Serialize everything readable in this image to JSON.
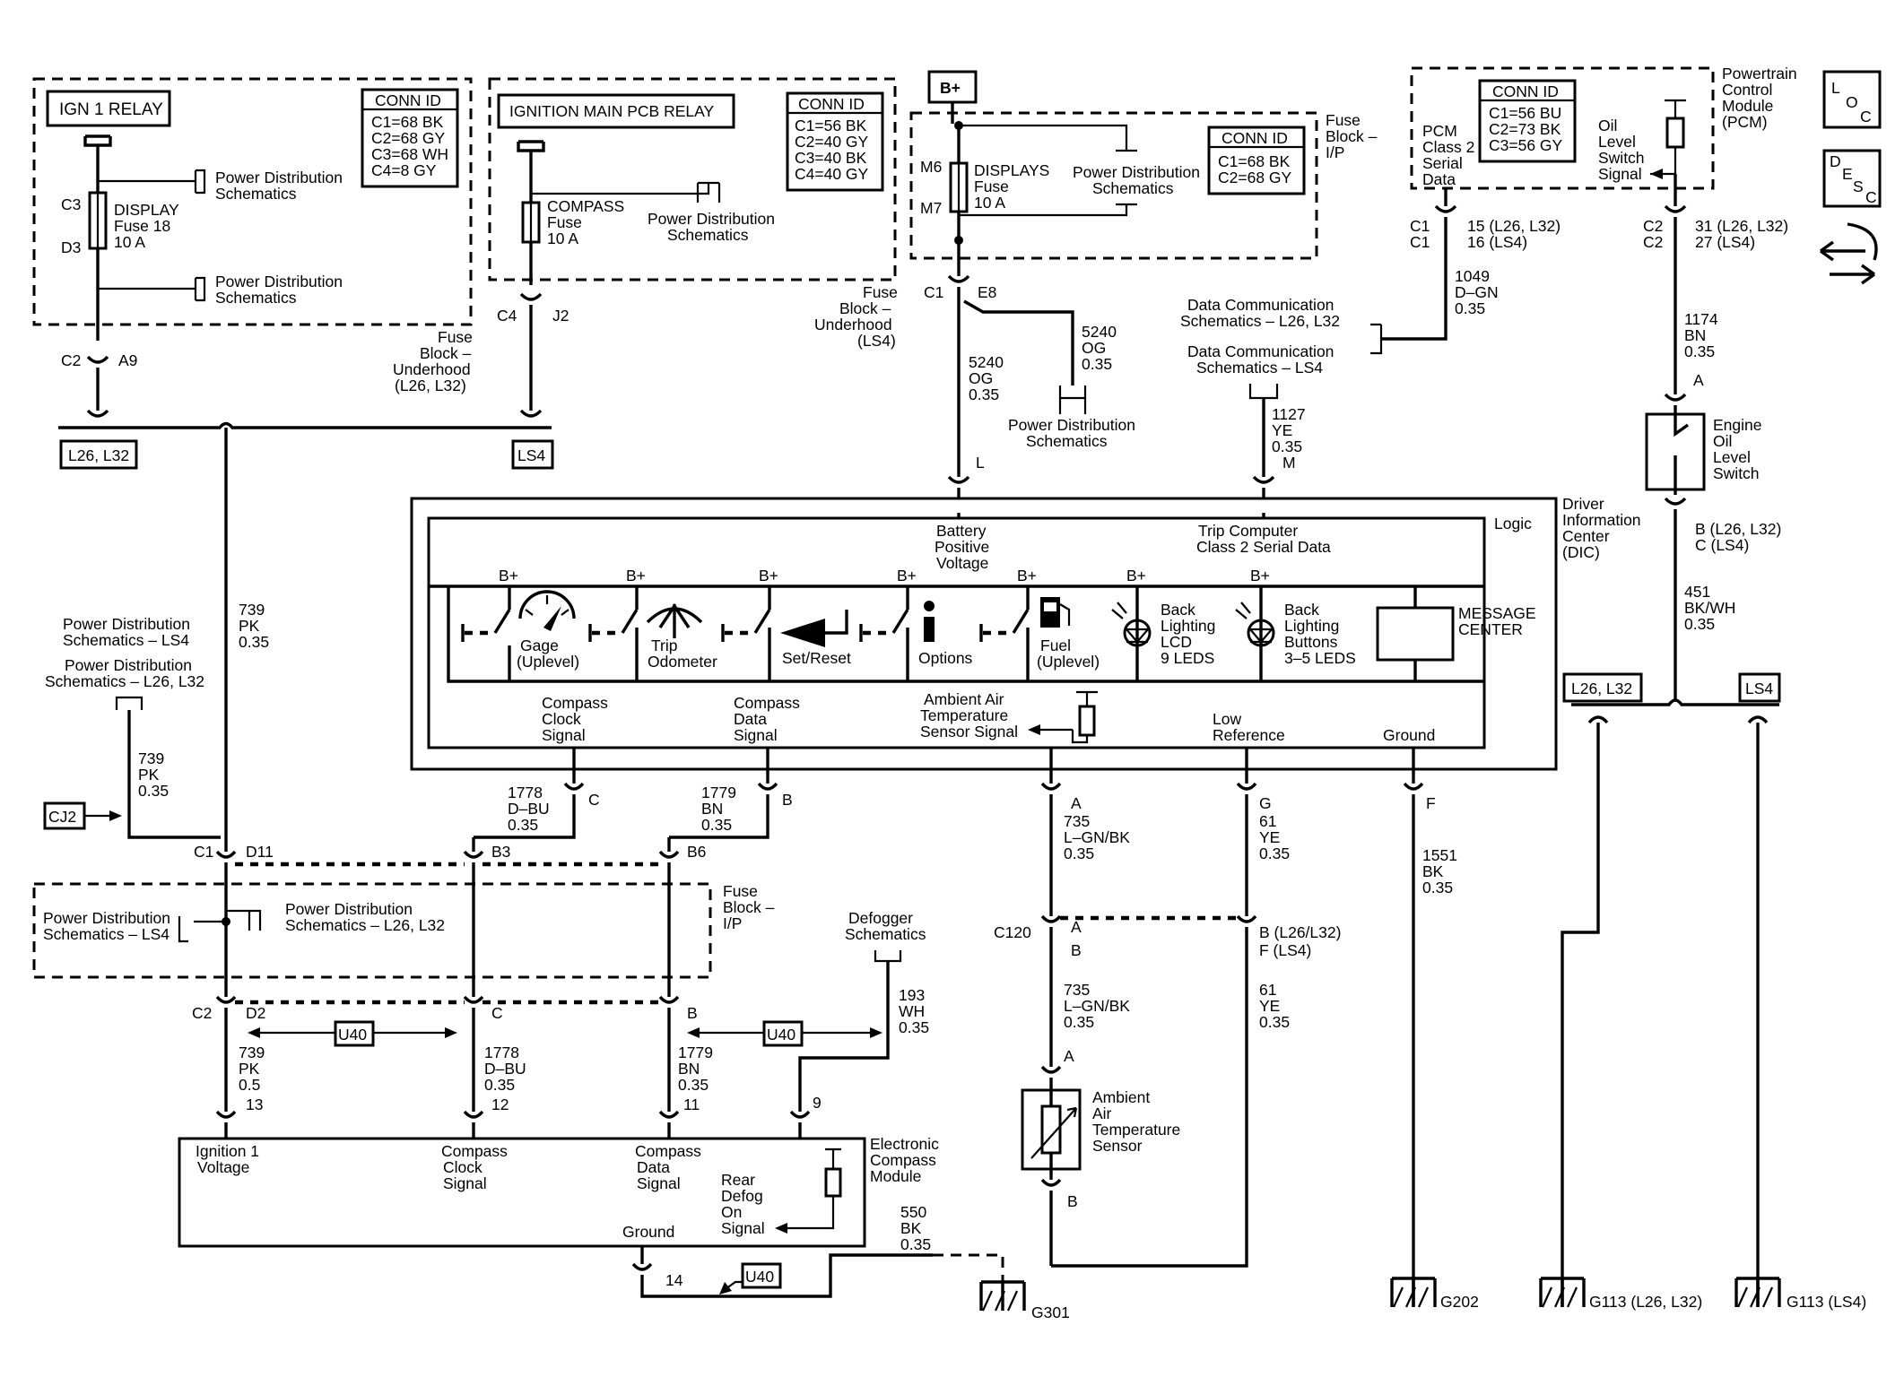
{
  "labels": {
    "ign1_relay": "IGN 1 RELAY",
    "conn1_title": "CONN ID",
    "conn1_c1": "C1=68 BK",
    "conn1_c2": "C2=68 GY",
    "conn1_c3": "C3=68 WH",
    "conn1_c4": "C4=8 GY",
    "display_fuse_1": "DISPLAY",
    "display_fuse_2": "Fuse 18",
    "display_fuse_3": "10 A",
    "pds_a1": "Power Distribution",
    "pds_a2": "Schematics",
    "pds_b1": "Power Distribution",
    "pds_b2": "Schematics",
    "c3": "C3",
    "d3": "D3",
    "c2_a9": "C2",
    "a9": "A9",
    "fbu_1": "Fuse",
    "fbu_2": "Block –",
    "fbu_3": "Underhood",
    "fbu_4": "(L26, L32)",
    "tag_l26l32_left": "L26, L32",
    "tag_ls4_left": "LS4",
    "ign_main_relay": "IGNITION MAIN PCB RELAY",
    "conn2_title": "CONN ID",
    "conn2_c1": "C1=56 BK",
    "conn2_c2": "C2=40 GY",
    "conn2_c3": "C3=40 BK",
    "conn2_c4": "C4=40 GY",
    "compass_fuse_1": "COMPASS",
    "compass_fuse_2": "Fuse",
    "compass_fuse_3": "10 A",
    "pds_c1": "Power Distribution",
    "pds_c2": "Schematics",
    "c4": "C4",
    "j2": "J2",
    "fbu2_1": "Fuse",
    "fbu2_2": "Block –",
    "fbu2_3": "Underhood",
    "fbu2_4": "(LS4)",
    "bplus_top": "B+",
    "m6": "M6",
    "m7": "M7",
    "displays_fuse_1": "DISPLAYS",
    "displays_fuse_2": "Fuse",
    "displays_fuse_3": "10 A",
    "pds_d1": "Power Distribution",
    "pds_d2": "Schematics",
    "conn3_title": "CONN ID",
    "conn3_c1": "C1=68 BK",
    "conn3_c2": "C2=68 GY",
    "fbip_1": "Fuse",
    "fbip_2": "Block –",
    "fbip_3": "I/P",
    "c1_e8": "C1",
    "e8": "E8",
    "w5240a_1": "5240",
    "w5240a_2": "OG",
    "w5240a_3": "0.35",
    "w5240b_1": "5240",
    "w5240b_2": "OG",
    "w5240b_3": "0.35",
    "pds_e1": "Power Distribution",
    "pds_e2": "Schematics",
    "pin_l": "L",
    "pcm_1": "PCM",
    "pcm_2": "Class 2",
    "pcm_3": "Serial",
    "pcm_4": "Data",
    "conn4_title": "CONN ID",
    "conn4_c1": "C1=56 BU",
    "conn4_c2": "C2=73 BK",
    "conn4_c3": "C3=56 GY",
    "oil_1": "Oil",
    "oil_2": "Level",
    "oil_3": "Switch",
    "oil_4": "Signal",
    "ptcm_1": "Powertrain",
    "ptcm_2": "Control",
    "ptcm_3": "Module",
    "ptcm_4": "(PCM)",
    "c1_a": "C1",
    "c1_b": "C1",
    "p15": "15 (L26, L32)",
    "p16": "16 (LS4)",
    "c2_a": "C2",
    "c2_b": "C2",
    "p31": "31 (L26, L32)",
    "p27": "27 (LS4)",
    "w1049_1": "1049",
    "w1049_2": "D–GN",
    "w1049_3": "0.35",
    "dcs_1": "Data Communication",
    "dcs_2": "Schematics – L26, L32",
    "dcs_3": "Data Communication",
    "dcs_4": "Schematics – LS4",
    "w1127_1": "1127",
    "w1127_2": "YE",
    "w1127_3": "0.35",
    "pin_m": "M",
    "w1174_1": "1174",
    "w1174_2": "BN",
    "w1174_3": "0.35",
    "pin_a_sw": "A",
    "eols_1": "Engine",
    "eols_2": "Oil",
    "eols_3": "Level",
    "eols_4": "Switch",
    "pin_b_sw": "B (L26, L32)",
    "pin_c_sw": "C (LS4)",
    "w451_1": "451",
    "w451_2": "BK/WH",
    "w451_3": "0.35",
    "tag_l26l32_right": "L26, L32",
    "tag_ls4_right": "LS4",
    "dic_1": "Driver",
    "dic_2": "Information",
    "dic_3": "Center",
    "dic_4": "(DIC)",
    "logic": "Logic",
    "bpv_1": "Battery",
    "bpv_2": "Positive",
    "bpv_3": "Voltage",
    "tcc_1": "Trip Computer",
    "tcc_2": "Class 2 Serial Data",
    "bp1": "B+",
    "bp2": "B+",
    "bp3": "B+",
    "bp4": "B+",
    "bp5": "B+",
    "bp6": "B+",
    "bp7": "B+",
    "gage_1": "Gage",
    "gage_2": "(Uplevel)",
    "trip_1": "Trip",
    "trip_2": "Odometer",
    "setreset": "Set/Reset",
    "options": "Options",
    "fuel_1": "Fuel",
    "fuel_2": "(Uplevel)",
    "bll_1": "Back",
    "bll_2": "Lighting",
    "bll_3": "LCD",
    "bll_4": "9 LEDS",
    "blb_1": "Back",
    "blb_2": "Lighting",
    "blb_3": "Buttons",
    "blb_4": "3–5 LEDS",
    "msg_1": "MESSAGE",
    "msg_2": "CENTER",
    "ccs_1": "Compass",
    "ccs_2": "Clock",
    "ccs_3": "Signal",
    "cds_1": "Compass",
    "cds_2": "Data",
    "cds_3": "Signal",
    "aat_1": "Ambient Air",
    "aat_2": "Temperature",
    "aat_3": "Sensor Signal",
    "lowref_1": "Low",
    "lowref_2": "Reference",
    "ground": "Ground",
    "pds_ls4_1": "Power Distribution",
    "pds_ls4_2": "Schematics – LS4",
    "pds_l26_1": "Power Distribution",
    "pds_l26_2": "Schematics – L26, L32",
    "w739a_1": "739",
    "w739a_2": "PK",
    "w739a_3": "0.35",
    "w739b_1": "739",
    "w739b_2": "PK",
    "w739b_3": "0.35",
    "cj2": "CJ2",
    "w1778a_1": "1778",
    "w1778a_2": "D–BU",
    "w1778a_3": "0.35",
    "pin_c_dic": "C",
    "w1779a_1": "1779",
    "w1779a_2": "BN",
    "w1779a_3": "0.35",
    "pin_b_dic": "B",
    "c1_d11": "C1",
    "d11": "D11",
    "b3": "B3",
    "b6": "B6",
    "fbip2_1": "Fuse",
    "fbip2_2": "Block –",
    "fbip2_3": "I/P",
    "pds_f1": "Power Distribution",
    "pds_f2": "Schematics – LS4",
    "pds_g1": "Power Distribution",
    "pds_g2": "Schematics – L26, L32",
    "defog_1": "Defogger",
    "defog_2": "Schematics",
    "w193_1": "193",
    "w193_2": "WH",
    "w193_3": "0.35",
    "c2_d2": "C2",
    "d2": "D2",
    "pin_c_lower": "C",
    "pin_b_lower": "B",
    "u40_a": "U40",
    "u40_b": "U40",
    "u40_c": "U40",
    "w739c_1": "739",
    "w739c_2": "PK",
    "w739c_3": "0.5",
    "p13": "13",
    "w1778b_1": "1778",
    "w1778b_2": "D–BU",
    "w1778b_3": "0.35",
    "p12": "12",
    "w1779b_1": "1779",
    "w1779b_2": "BN",
    "w1779b_3": "0.35",
    "p11": "11",
    "p9": "9",
    "ecm_ign_1": "Ignition 1",
    "ecm_ign_2": "Voltage",
    "ecm_ccs_1": "Compass",
    "ecm_ccs_2": "Clock",
    "ecm_ccs_3": "Signal",
    "ecm_cds_1": "Compass",
    "ecm_cds_2": "Data",
    "ecm_cds_3": "Signal",
    "rdf_1": "Rear",
    "rdf_2": "Defog",
    "rdf_3": "On",
    "rdf_4": "Signal",
    "ecm_1": "Electronic",
    "ecm_2": "Compass",
    "ecm_3": "Module",
    "ecm_gnd": "Ground",
    "p14": "14",
    "w550_1": "550",
    "w550_2": "BK",
    "w550_3": "0.35",
    "g301": "G301",
    "pin_a_aat": "A",
    "w735a_1": "735",
    "w735a_2": "L–GN/BK",
    "w735a_3": "0.35",
    "pin_g_low": "G",
    "w61a_1": "61",
    "w61a_2": "YE",
    "w61a_3": "0.35",
    "pin_f_gnd": "F",
    "w1551_1": "1551",
    "w1551_2": "BK",
    "w1551_3": "0.35",
    "c120": "C120",
    "pin_a_c120": "A",
    "pin_b_c120": "B",
    "pin_b_l26": "B (L26/L32)",
    "pin_f_ls4": "F (LS4)",
    "w735b_1": "735",
    "w735b_2": "L–GN/BK",
    "w735b_3": "0.35",
    "w61b_1": "61",
    "w61b_2": "YE",
    "w61b_3": "0.35",
    "pin_a_sensor": "A",
    "aats_1": "Ambient",
    "aats_2": "Air",
    "aats_3": "Temperature",
    "aats_4": "Sensor",
    "pin_b_sensor": "B",
    "g202": "G202",
    "g113a": "G113 (L26, L32)",
    "g113b": "G113 (LS4)",
    "loc_1": "L",
    "loc_2": "O",
    "loc_3": "C",
    "desc_1": "D",
    "desc_2": "E",
    "desc_3": "S",
    "desc_4": "C"
  },
  "icons": [
    "loc-icon",
    "desc-icon",
    "navigation-arrows-icon",
    "gage-icon",
    "trip-odometer-icon",
    "set-reset-icon",
    "options-info-icon",
    "fuel-pump-icon",
    "back-lighting-led-icon",
    "ground-icon",
    "fuse-icon",
    "relay-coil-icon",
    "temperature-sensor-icon",
    "oil-level-switch-icon"
  ]
}
